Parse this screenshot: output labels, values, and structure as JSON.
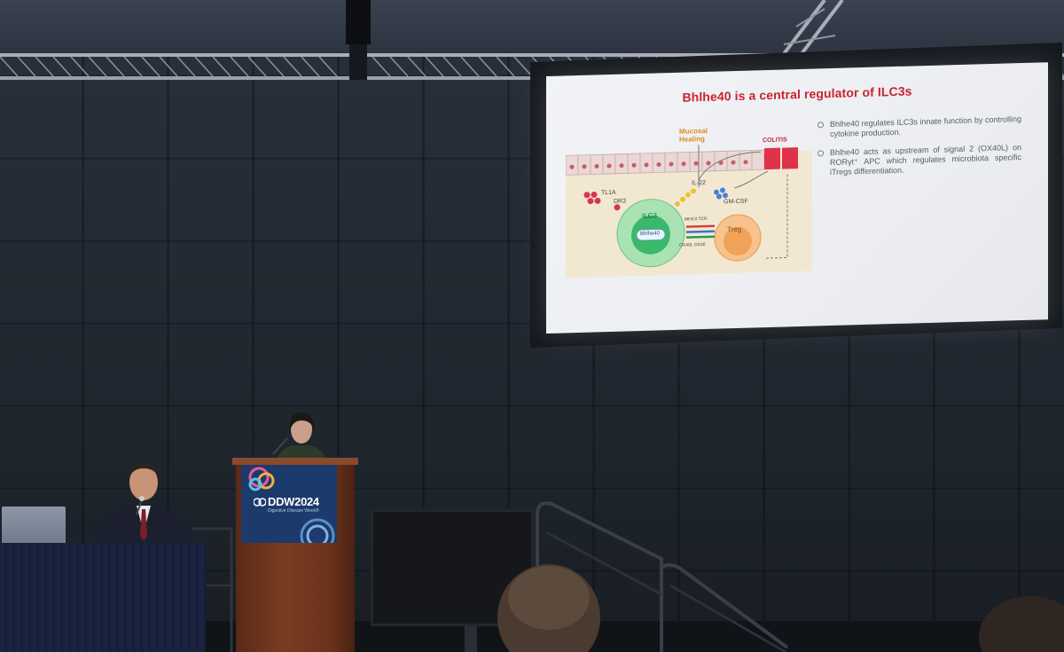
{
  "slide": {
    "title": "Bhlhe40 is a central regulator of ILC3s",
    "bullets": [
      "Bhlhe40 regulates ILC3s innate function by controlling cytokine production.",
      "Bhlhe40 acts as upstream of signal 2 (OX40L) on RORγt⁺ APC which regulates microbiota specific iTregs differentiation."
    ],
    "diagram_labels": {
      "mucosal_healing": "Mucosal Healing",
      "colitis": "COLITIS",
      "tl1a": "TL1A",
      "dr3": "DR3",
      "il22": "IL-22",
      "gmcsf": "GM-CSF",
      "ilc3": "ILC3",
      "bhlhe40": "Bhlhe40",
      "mhcii_tcr": "MHCII TCR",
      "ox40l_ox40": "OX40L OX40",
      "treg": "Treg"
    }
  },
  "podium_sign": {
    "title": "DDW2024",
    "subtitle": "Digestive Disease Week®"
  },
  "colors": {
    "slide_title": "#c8242f",
    "ilc3_cell": "#3bb86a",
    "treg_cell": "#f0a25a",
    "podium_sign": "#1c3a6b"
  }
}
